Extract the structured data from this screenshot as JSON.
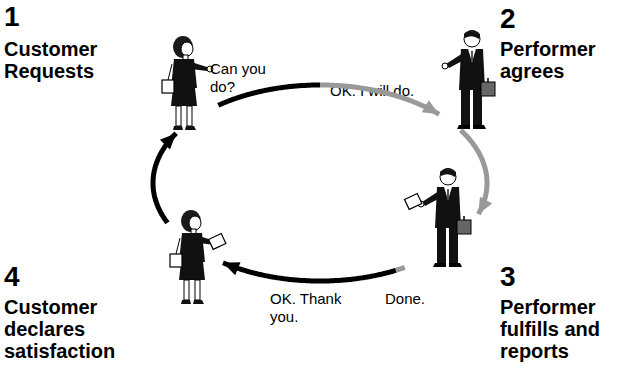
{
  "diagram": {
    "nodes": [
      {
        "text": [
          "1",
          "Customer Requests",
          "Can you do?"
        ]
      },
      {
        "text": [
          "2",
          "Performer agrees",
          "OK. I will do."
        ]
      },
      {
        "text": [
          "3",
          "Performer fulfills and reports",
          "Done."
        ]
      },
      {
        "text": [
          "4",
          "Customer declares satisfaction",
          "OK. Thank you."
        ]
      }
    ],
    "edges": [
      {
        "from": 0,
        "to": 1,
        "arrow": "to"
      },
      {
        "from": 1,
        "to": 2,
        "arrow": "to"
      },
      {
        "from": 2,
        "to": 3,
        "arrow": "to"
      },
      {
        "from": 3,
        "to": 0,
        "arrow": "to"
      }
    ]
  }
}
